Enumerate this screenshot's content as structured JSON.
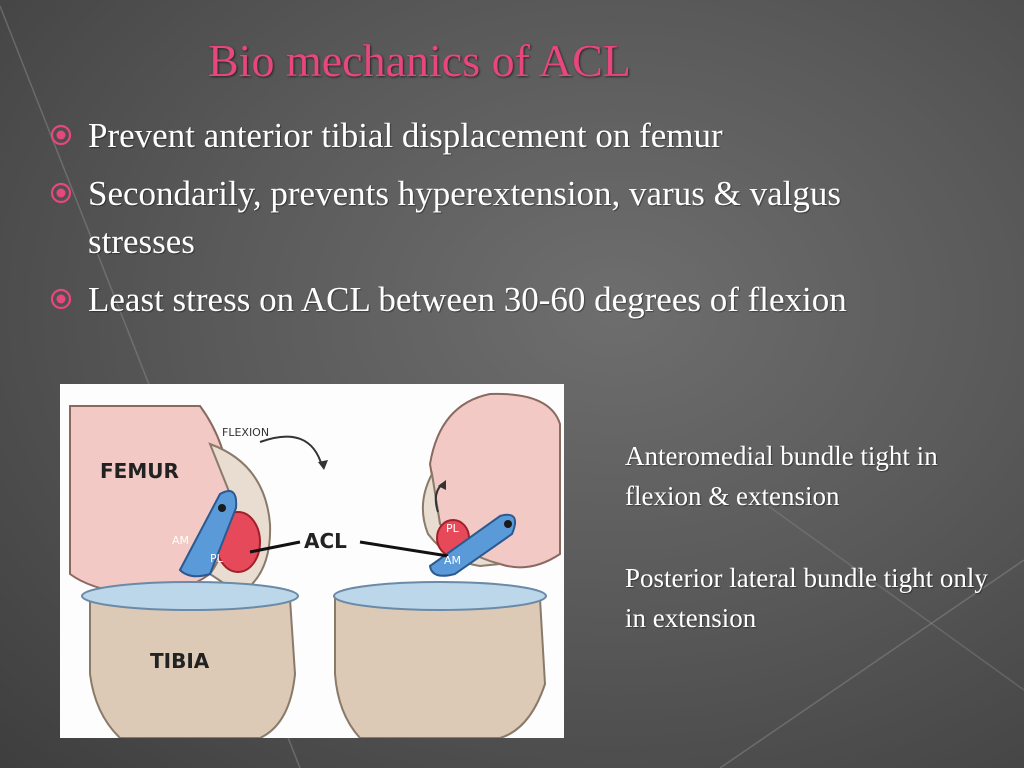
{
  "slide": {
    "title": "Bio mechanics of ACL",
    "bullets": [
      "Prevent anterior tibial displacement on femur",
      "Secondarily, prevents hyperextension, varus & valgus stresses",
      "Least stress on ACL between 30-60 degrees of flexion"
    ],
    "bullet_icon": "circle-dot-icon",
    "colors": {
      "title": "#e8467e",
      "bullet": "#e8467e",
      "text": "#ffffff",
      "background": "#5a5a5a"
    }
  },
  "figure": {
    "labels": {
      "femur": "FEMUR",
      "tibia": "TIBIA",
      "acl": "ACL",
      "flexion": "FLEXION",
      "am_left": "AM",
      "pl_left": "PL",
      "am_right": "AM",
      "pl_right": "PL"
    }
  },
  "notes": [
    "Anteromedial bundle tight in flexion & extension",
    "Posterior lateral bundle tight only in extension"
  ]
}
